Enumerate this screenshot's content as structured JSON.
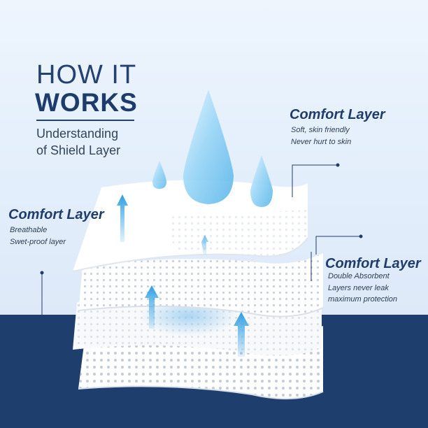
{
  "header": {
    "line1": "HOW IT",
    "line2": "WORKS",
    "subtitle_line1": "Understanding",
    "subtitle_line2": "of Shield Layer"
  },
  "callouts": {
    "top": {
      "title": "Comfort Layer",
      "lines": [
        "Soft, skin friendly",
        "Never hurt to skin"
      ]
    },
    "left": {
      "title": "Comfort Layer",
      "lines": [
        "Breathable",
        "Swet-proof layer"
      ]
    },
    "right": {
      "title": "Comfort Layer",
      "lines": [
        "Double Absorbent",
        "Layers never leak",
        "maximum protection"
      ]
    }
  },
  "icons": [
    "water-drop-icon",
    "up-arrow-icon"
  ],
  "colors": {
    "navy": "#1e3f6e",
    "heading": "#23426f",
    "background": "#e6f0fb",
    "drop": "#7cc6ef",
    "arrow": "#3fa9e6"
  }
}
